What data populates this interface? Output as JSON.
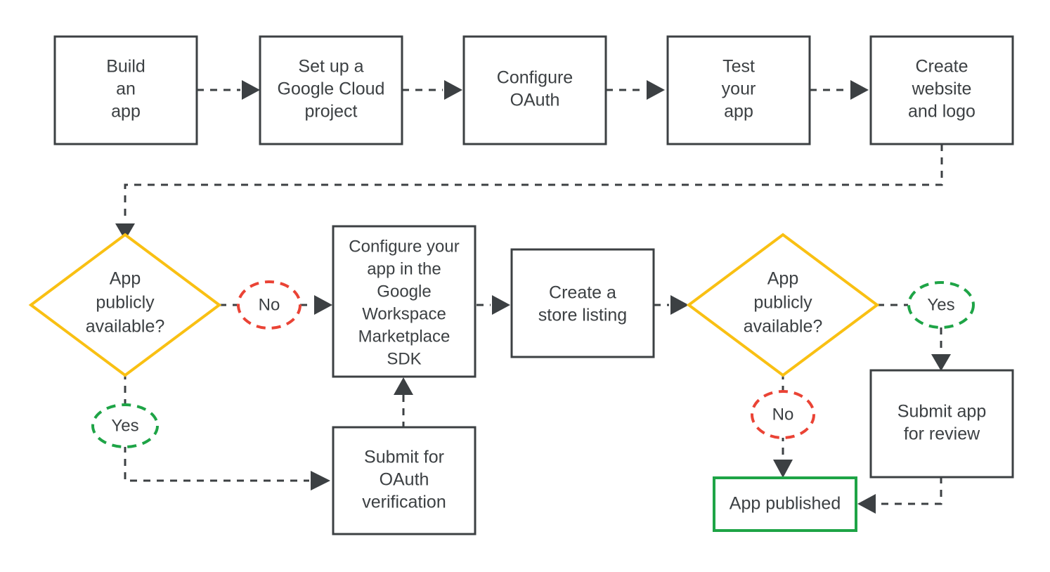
{
  "diagram": {
    "title": "Google Workspace Marketplace app publishing flow",
    "background": "#ffffff",
    "colors": {
      "node_stroke": "#3c4043",
      "node_text": "#3c4043",
      "decision_stroke": "#f9c013",
      "yes_stroke": "#1ea446",
      "no_stroke": "#ea4335",
      "success_stroke": "#1ea446",
      "connector": "#3c4043"
    }
  },
  "nodes": {
    "build_an_app": {
      "label": "Build\nan\napp",
      "lines": [
        "Build",
        "an",
        "app"
      ],
      "shape": "process"
    },
    "setup_gcp": {
      "label": "Set up a\nGoogle Cloud\nproject",
      "lines": [
        "Set up a",
        "Google Cloud",
        "project"
      ],
      "shape": "process"
    },
    "configure_oauth": {
      "label": "Configure\nOAuth",
      "lines": [
        "Configure",
        "OAuth"
      ],
      "shape": "process"
    },
    "test_your_app": {
      "label": "Test\nyour\napp",
      "lines": [
        "Test",
        "your",
        "app"
      ],
      "shape": "process"
    },
    "create_website_logo": {
      "label": "Create\nwebsite\nand logo",
      "lines": [
        "Create",
        "website",
        "and logo"
      ],
      "shape": "process"
    },
    "decision_left": {
      "label": "App\npublicly\navailable?",
      "lines": [
        "App",
        "publicly",
        "available?"
      ],
      "shape": "decision"
    },
    "configure_sdk": {
      "label": "Configure your app in the Google Workspace Marketplace SDK",
      "lines": [
        "Configure your",
        "app in the",
        "Google",
        "Workspace",
        "Marketplace",
        "SDK"
      ],
      "shape": "process"
    },
    "create_store_listing": {
      "label": "Create a\nstore listing",
      "lines": [
        "Create a",
        "store listing"
      ],
      "shape": "process"
    },
    "decision_right": {
      "label": "App\npublicly\navailable?",
      "lines": [
        "App",
        "publicly",
        "available?"
      ],
      "shape": "decision"
    },
    "submit_oauth_verification": {
      "label": "Submit for\nOAuth\nverification",
      "lines": [
        "Submit for",
        "OAuth",
        "verification"
      ],
      "shape": "process"
    },
    "submit_app_review": {
      "label": "Submit app\nfor review",
      "lines": [
        "Submit app",
        "for review"
      ],
      "shape": "process"
    },
    "app_published": {
      "label": "App published",
      "lines": [
        "App published"
      ],
      "shape": "terminator-success"
    }
  },
  "edge_labels": {
    "left_no": "No",
    "left_yes": "Yes",
    "right_yes": "Yes",
    "right_no": "No"
  },
  "edges": [
    {
      "from": "build_an_app",
      "to": "setup_gcp",
      "label": ""
    },
    {
      "from": "setup_gcp",
      "to": "configure_oauth",
      "label": ""
    },
    {
      "from": "configure_oauth",
      "to": "test_your_app",
      "label": ""
    },
    {
      "from": "test_your_app",
      "to": "create_website_logo",
      "label": ""
    },
    {
      "from": "create_website_logo",
      "to": "decision_left",
      "label": ""
    },
    {
      "from": "decision_left",
      "to": "configure_sdk",
      "label": "No"
    },
    {
      "from": "decision_left",
      "to": "submit_oauth_verification",
      "label": "Yes"
    },
    {
      "from": "submit_oauth_verification",
      "to": "configure_sdk",
      "label": ""
    },
    {
      "from": "configure_sdk",
      "to": "create_store_listing",
      "label": ""
    },
    {
      "from": "create_store_listing",
      "to": "decision_right",
      "label": ""
    },
    {
      "from": "decision_right",
      "to": "submit_app_review",
      "label": "Yes"
    },
    {
      "from": "decision_right",
      "to": "app_published",
      "label": "No"
    },
    {
      "from": "submit_app_review",
      "to": "app_published",
      "label": ""
    }
  ]
}
